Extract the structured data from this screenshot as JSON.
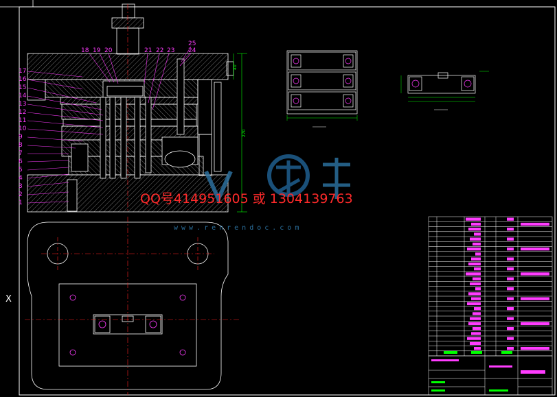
{
  "watermark": {
    "contact": "QQ号414951605  或  1304139763",
    "site": "www.renrendoc.com"
  },
  "callouts": {
    "left": [
      "17",
      "16",
      "15",
      "14",
      "13",
      "12",
      "11",
      "10",
      "9",
      "8",
      "7",
      "6",
      "5",
      "4",
      "3",
      "2",
      "1"
    ],
    "top": [
      "18",
      "19",
      "20",
      "21",
      "22",
      "23",
      "24",
      "25"
    ]
  },
  "axis_marker": "X",
  "colors": {
    "background": "#000000",
    "outline": "#ffffff",
    "section_lines": "#ffffff",
    "callouts": "#ff3cff",
    "dimensions": "#00ff00",
    "centerlines": "#ff2020",
    "watermark_text": "#ff2a2a",
    "frame": "#ffffff"
  }
}
